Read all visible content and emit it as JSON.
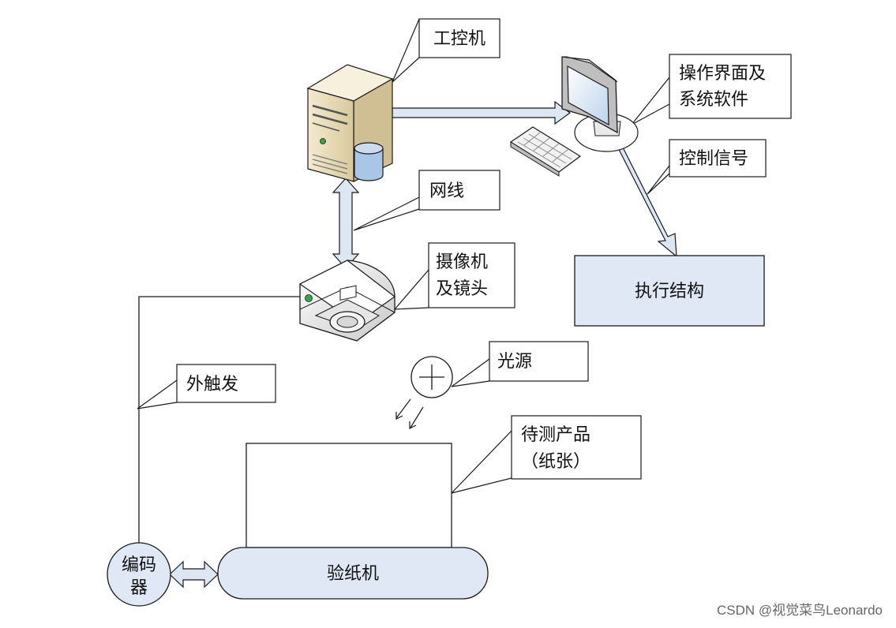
{
  "diagram": {
    "labels": {
      "ipc": "工控机",
      "ui_software_line1": "操作界面及",
      "ui_software_line2": "系统软件",
      "control_signal": "控制信号",
      "network_cable": "网线",
      "camera_line1": "摄像机",
      "camera_line2": "及镜头",
      "actuator": "执行结构",
      "light_source": "光源",
      "external_trigger": "外触发",
      "product_line1": "待测产品",
      "product_line2": "（纸张）",
      "encoder_line1": "编码",
      "encoder_line2": "器",
      "inspection_machine": "验纸机"
    },
    "colors": {
      "box_fill": "#dfe8f4",
      "arrow_fill": "#dde6f3",
      "line": "#1a1a1a",
      "server_body": "#ede1bf",
      "drum": "#a9c6e6",
      "led": "#3aa34a"
    }
  },
  "watermark": "CSDN @视觉菜鸟Leonardo"
}
